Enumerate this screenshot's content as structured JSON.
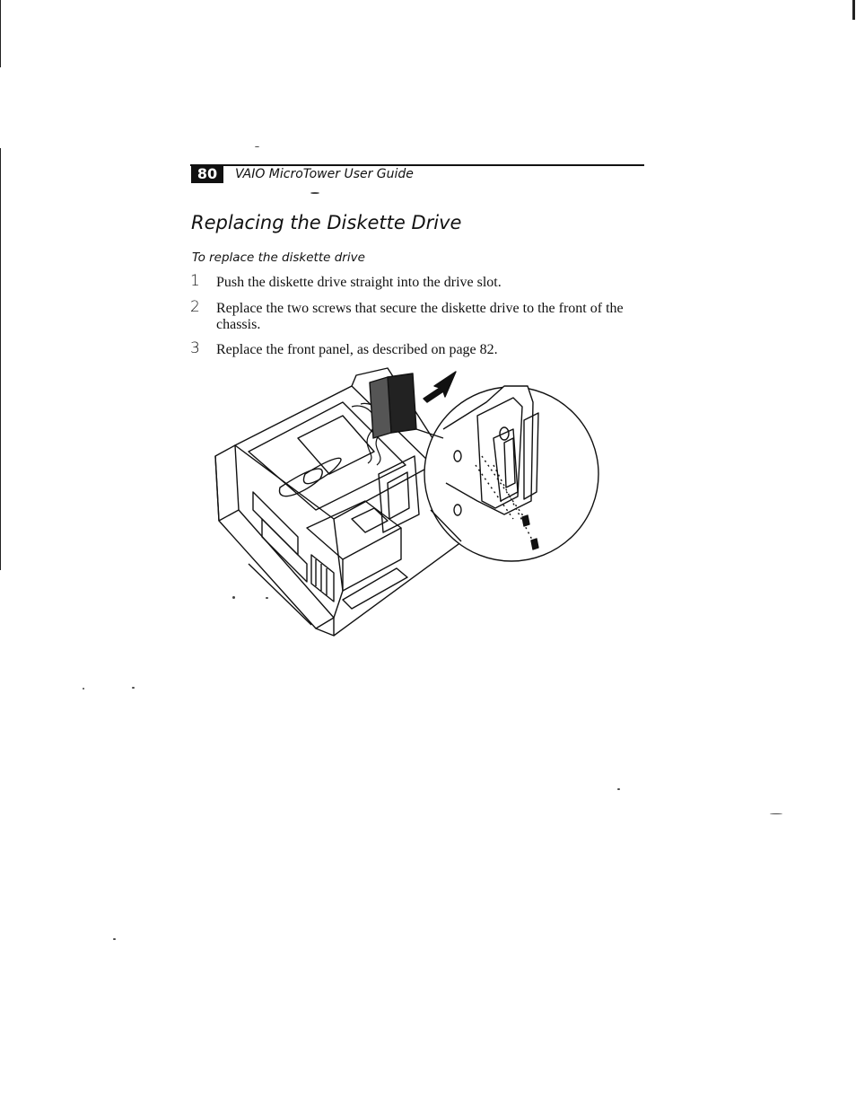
{
  "header": {
    "page_number": "80",
    "running_title": "VAIO MicroTower User Guide"
  },
  "section": {
    "title": "Replacing the Diskette Drive"
  },
  "procedure": {
    "title": "To replace the diskette drive",
    "steps": [
      {
        "number": "1",
        "text": "Push the diskette drive straight into the drive slot."
      },
      {
        "number": "2",
        "text": "Replace the two screws that secure the diskette drive to the front of the chassis."
      },
      {
        "number": "3",
        "text": "Replace the front panel, as described on page 82."
      }
    ]
  },
  "figure": {
    "icons": [
      "computer-chassis-illustration",
      "insert-arrow-icon",
      "magnified-detail-circle",
      "screw-icon"
    ]
  }
}
